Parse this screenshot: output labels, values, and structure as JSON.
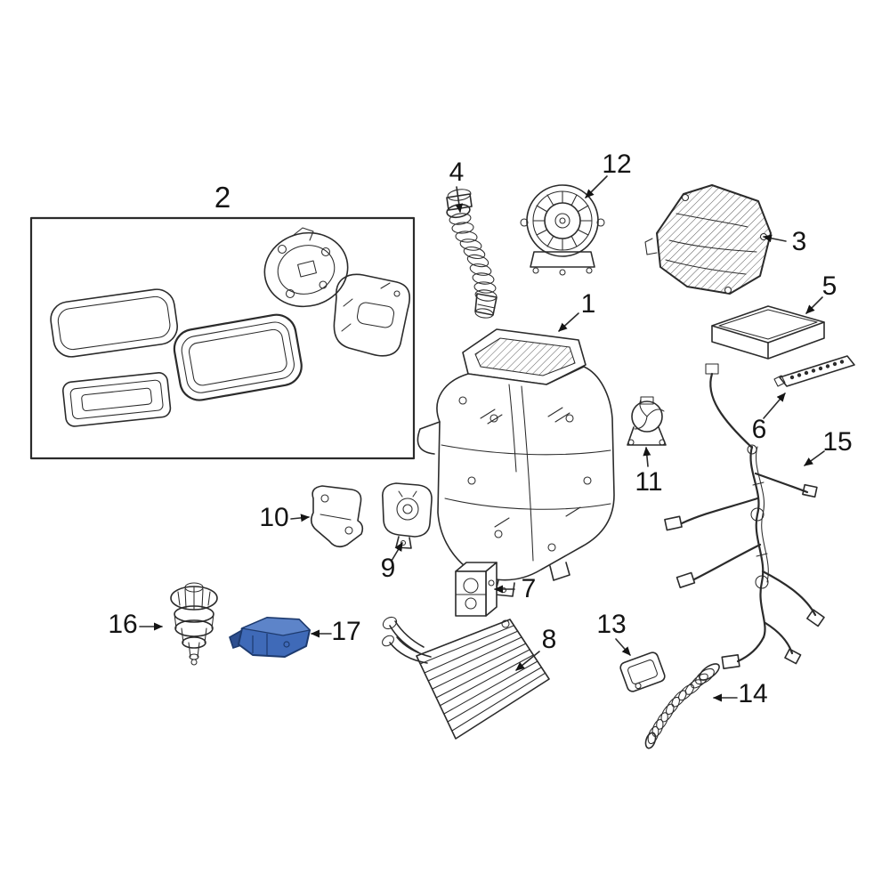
{
  "diagram": {
    "background_color": "#ffffff",
    "line_color": "#2b2b2b",
    "highlight_color": "#3f6ab8",
    "highlight_shade": "#2e4f8f",
    "highlight_light": "#5d84c9",
    "highlighted_callout": "17",
    "callouts": [
      "1",
      "2",
      "3",
      "4",
      "5",
      "6",
      "7",
      "8",
      "9",
      "10",
      "11",
      "12",
      "13",
      "14",
      "15",
      "16",
      "17"
    ]
  }
}
